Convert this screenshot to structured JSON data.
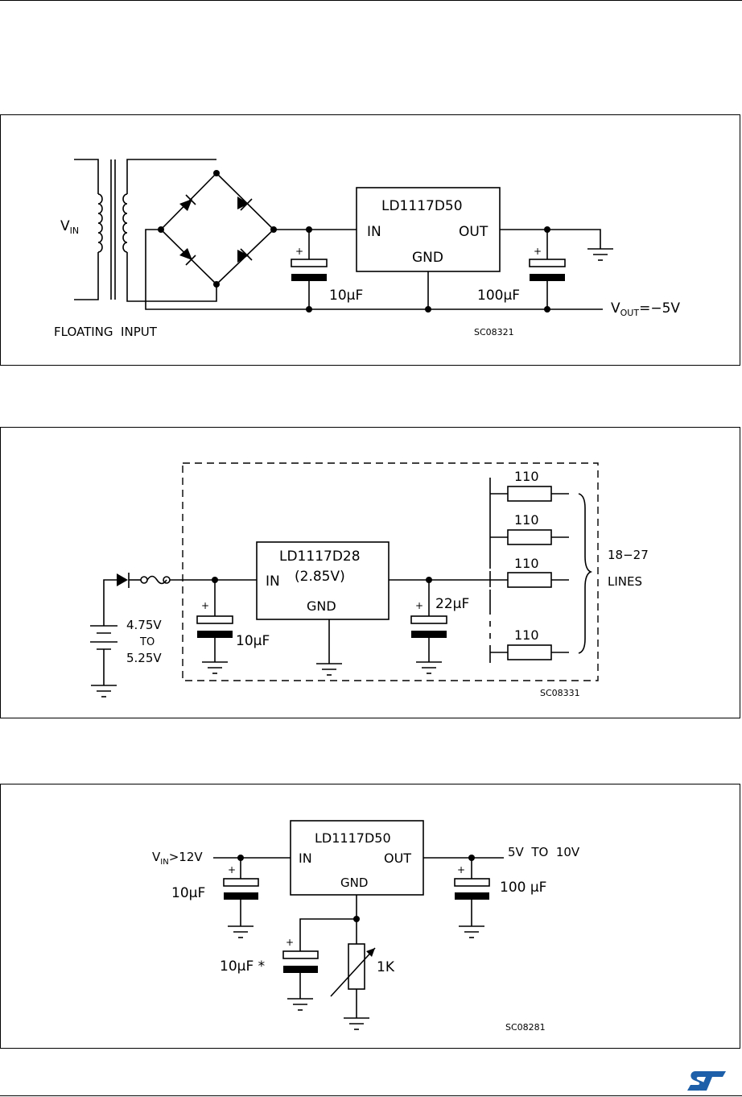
{
  "circuit1": {
    "vin_main": "V",
    "vin_sub": "IN",
    "regulator": "LD1117D50",
    "in_pin": "IN",
    "out_pin": "OUT",
    "gnd_pin": "GND",
    "c_in": "10μF",
    "c_out": "100μF",
    "vout_main": "V",
    "vout_sub": "OUT",
    "vout_value": "=−5V",
    "floating_label": "FLOATING  INPUT",
    "code": "SC08321",
    "plus": "+"
  },
  "circuit2": {
    "regulator": "LD1117D28",
    "reg_voltage": "(2.85V)",
    "in_pin": "IN",
    "gnd_pin": "GND",
    "c_in": "10μF",
    "c_out": "22μF",
    "supply_v1": "4.75V",
    "supply_to": "TO",
    "supply_v2": "5.25V",
    "resistors": [
      "110",
      "110",
      "110",
      "110"
    ],
    "lines_range": "18−27",
    "lines_label": "LINES",
    "code": "SC08331",
    "plus": "+"
  },
  "circuit3": {
    "regulator": "LD1117D50",
    "in_pin": "IN",
    "out_pin": "OUT",
    "gnd_pin": "GND",
    "vin_main": "V",
    "vin_sub": "IN",
    "vin_value": ">12V",
    "c_in": "10μF",
    "c_out": "100 μF",
    "output_range": "5V  TO  10V",
    "c_adj": "10μF *",
    "pot": "1K",
    "code": "SC08281",
    "plus": "+"
  },
  "logo_icon": "st-logo-icon"
}
